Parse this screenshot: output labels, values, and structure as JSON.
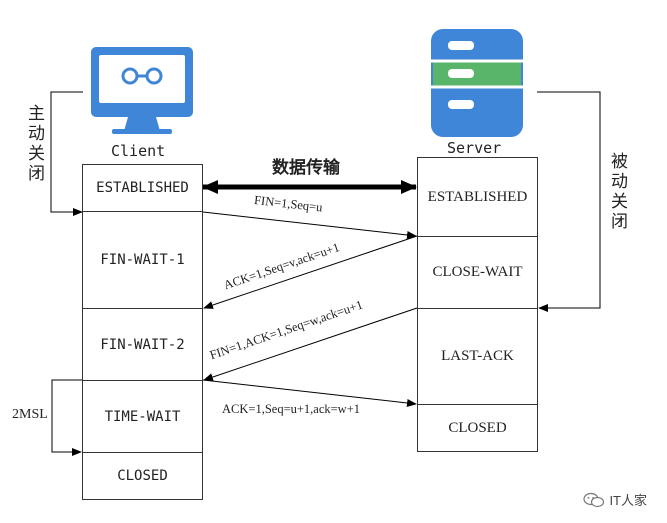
{
  "client": {
    "label": "Client",
    "active_close": "主动关闭",
    "states": [
      "ESTABLISHED",
      "FIN-WAIT-1",
      "FIN-WAIT-2",
      "TIME-WAIT",
      "CLOSED"
    ],
    "msl_label": "2MSL"
  },
  "server": {
    "label": "Server",
    "passive_close": "被动关闭",
    "states": [
      "ESTABLISHED",
      "CLOSE-WAIT",
      "LAST-ACK",
      "CLOSED"
    ]
  },
  "center_title": "数据传输",
  "messages": [
    "FIN=1,Seq=u",
    "ACK=1,Seq=v,ack=u+1",
    "FIN=1,ACK=1,Seq=w,ack=u+1",
    "ACK=1,Seq=u+1,ack=w+1"
  ],
  "icons": {
    "client": "monitor-icon",
    "server": "server-icon",
    "watermark": "wechat-icon"
  },
  "colors": {
    "icon_blue": "#3f86d8",
    "icon_green": "#58b56a",
    "arrow": "#000000"
  },
  "watermark": "IT人家"
}
